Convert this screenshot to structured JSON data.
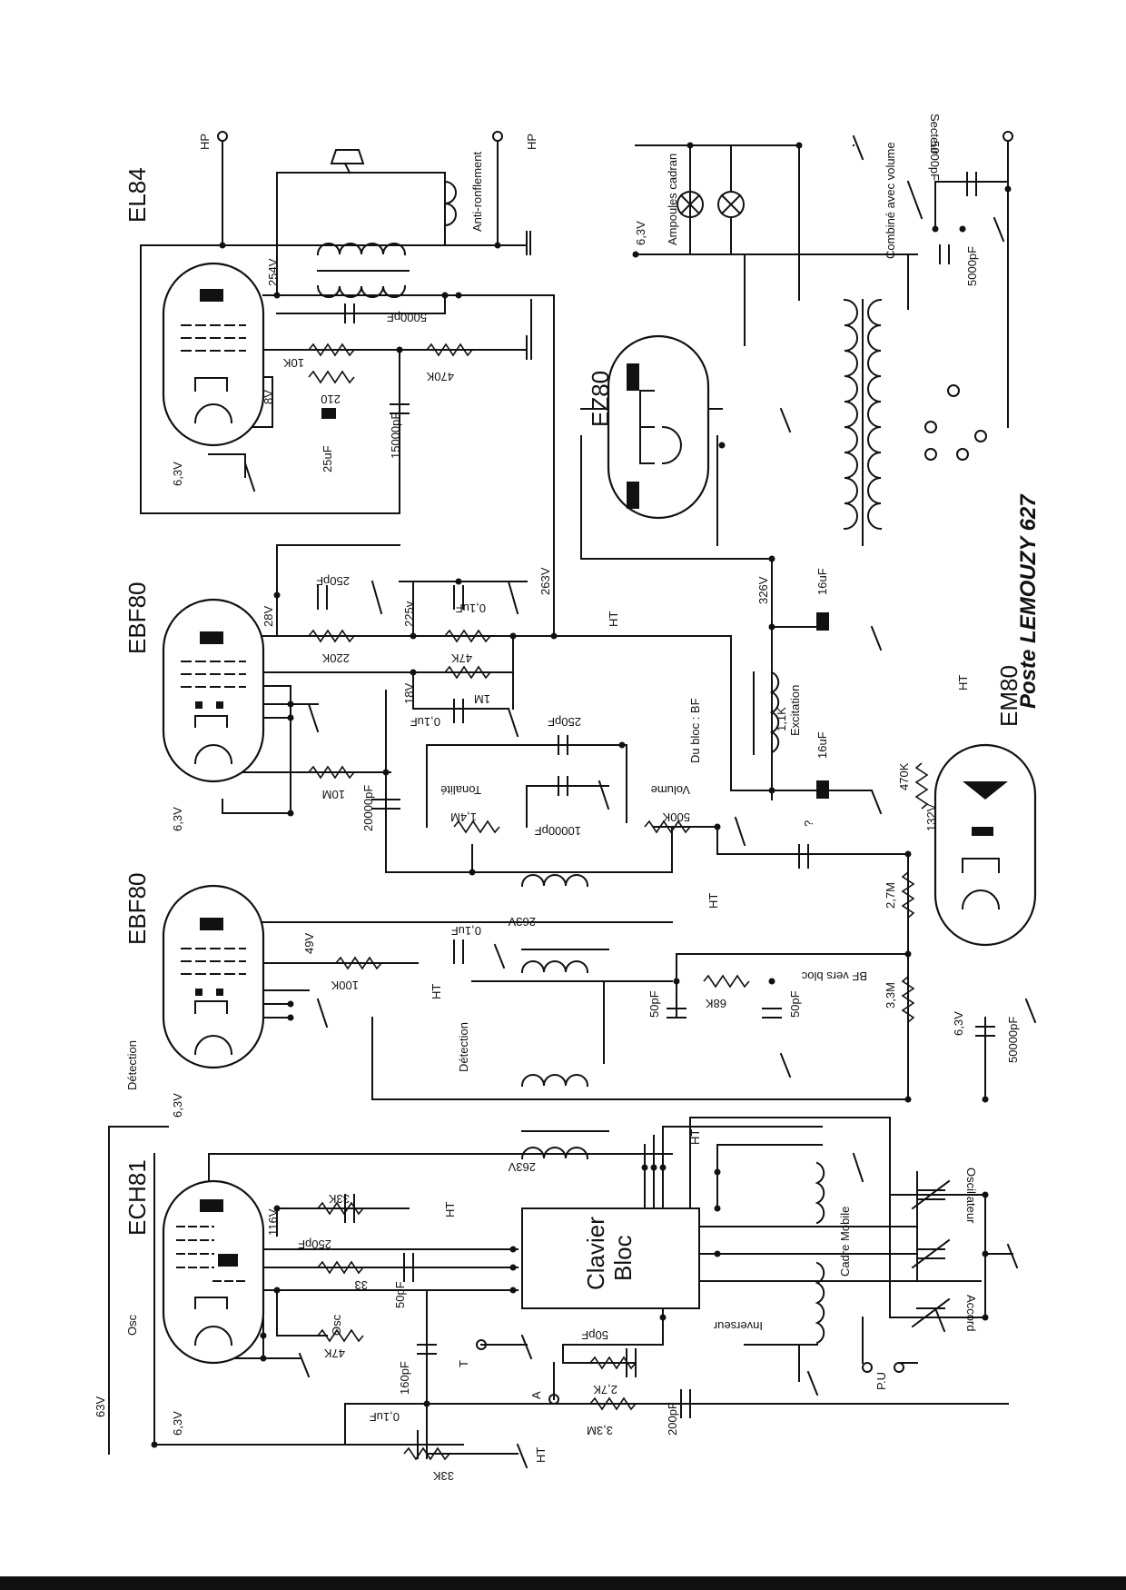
{
  "title": "Poste LEMOUZY 627",
  "tubes": {
    "ech81": "ECH81",
    "ebf80_if": "EBF80",
    "ebf80_af": "EBF80",
    "el84": "EL84",
    "ez80": "EZ80",
    "em80": "EM80"
  },
  "block": {
    "line1": "Clavier",
    "line2": "Bloc"
  },
  "labels": {
    "hp1": "HP",
    "hp2": "HP",
    "anti_ronflement": "Anti-ronflement",
    "ampoules": "Ampoules cadran",
    "heater_63_el84": "6,3V",
    "heater_63_ebf80a": "6,3V",
    "heater_63_ebf80b": "6,3V",
    "heater_63_ech81": "6,3V",
    "heater_63_em80": "6,3V",
    "heater_63_lamps": "6,3V",
    "secteur": "Secteur",
    "combine": "Combiné avec volume",
    "cap_5000_a": "5000pF",
    "cap_5000_b": "5000pF",
    "cap_5000_c": "5000pF",
    "v254": "254V",
    "v8": "8V",
    "r10k": "10K",
    "r210": "210",
    "r470k": "470K",
    "c25uf": "25uF",
    "c15000pf": "15000pF",
    "c250pf_a": "250pF",
    "c01_a": "0,1uF",
    "v263_a": "263V",
    "v225": "225v",
    "v28": "28V",
    "r220k": "220K",
    "r47k_a": "47K",
    "ht_a": "HT",
    "r1m": "1M",
    "v18": "18V",
    "c01_b": "0,1uF",
    "c250pf_b": "250pF",
    "du_bloc_bf": "Du bloc : BF",
    "r10m": "10M",
    "c20000pf": "20000pF",
    "tonalite": "Tonalité",
    "r14m": "1,4M",
    "c10000pf": "10000pF",
    "volume": "Volume",
    "r500k": "500K",
    "v326": "326V",
    "c16uf_a": "16uF",
    "c16uf_b": "16uF",
    "r11k": "1,1K",
    "excitation": "Excitation",
    "ht_em80": "HT",
    "r470k_em": "470K",
    "v132": "132V",
    "qmark": "?",
    "r27m": "2,7M",
    "r33m_em": "3,3M",
    "c50000pf": "50000pF",
    "v263_b": "263V",
    "ht_b": "HT",
    "v49": "49V",
    "c01_c": "0,1uF",
    "r100k": "100K",
    "ht_c": "HT",
    "detection_a": "Détection",
    "detection_b": "Détection",
    "c50pf_a": "50pF",
    "r68k": "68K",
    "c50pf_b": "50pF",
    "bf_vers_bloc": "BF vers bloc",
    "v263_c": "263V",
    "ht_d": "HT",
    "v116": "116V",
    "r33k_a": "33K",
    "ht_e": "HT",
    "c250pf_c": "250pF",
    "r33": "33",
    "c50pf_c": "50pF",
    "osc_a": "Osc",
    "osc_b": "Osc",
    "r47k_b": "47K",
    "v63": "63V",
    "c160pf": "160pF",
    "c01_d": "0,1uF",
    "r33k_b": "33K",
    "ht_f": "HT",
    "r33m": "3,3M",
    "t": "T",
    "a": "A",
    "r27k": "2,7K",
    "c200pf": "200pF",
    "c50pf_d": "50pF",
    "inverseur": "Inverseur",
    "cadre_mobile": "Cadre Mobile",
    "pu": "P.U",
    "oscillateur": "Oscillateur",
    "accord": "Accord"
  }
}
